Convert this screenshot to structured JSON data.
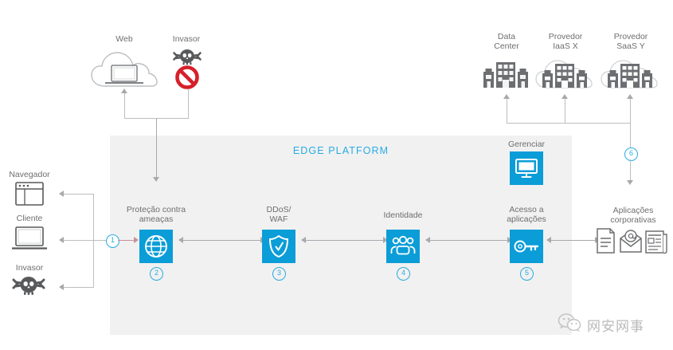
{
  "diagram": {
    "platform": {
      "title": "EDGE PLATFORM",
      "accent_color": "#29abe2",
      "tile_color": "#0b9dd7",
      "panel_color": "#f1f1f1",
      "line_color": "#a7a9ac"
    },
    "left_endpoints": [
      {
        "label": "Navegador",
        "icon": "browser-window-icon"
      },
      {
        "label": "Cliente",
        "icon": "laptop-icon"
      },
      {
        "label": "Invasor",
        "icon": "skull-crossbones-icon"
      }
    ],
    "top_endpoints": [
      {
        "label": "Web",
        "icon": "cloud-laptop-icon"
      },
      {
        "label": "Invasor",
        "icon": "skull-crossbones-blocked-icon"
      }
    ],
    "top_right_endpoints": [
      {
        "label": "Data Center",
        "line1": "Data",
        "line2": "Center",
        "icon": "buildings-icon"
      },
      {
        "label": "Provedor IaaS X",
        "line1": "Provedor",
        "line2": "IaaS X",
        "icon": "cloud-buildings-icon"
      },
      {
        "label": "Provedor SaaS Y",
        "line1": "Provedor",
        "line2": "SaaS Y",
        "icon": "cloud-buildings-icon"
      }
    ],
    "right_endpoint": {
      "line1": "Aplicações",
      "line2": "corporativas",
      "icons": [
        "document-icon",
        "email-at-icon",
        "newspaper-icon"
      ]
    },
    "manage_node": {
      "label": "Gerenciar",
      "icon": "monitor-icon"
    },
    "stages": [
      {
        "number": "2",
        "line1": "Proteção contra",
        "line2": "ameaças",
        "icon": "globe-icon"
      },
      {
        "number": "3",
        "line1": "DDoS/",
        "line2": "WAF",
        "icon": "shield-check-icon"
      },
      {
        "number": "4",
        "line1": "Identidade",
        "line2": "",
        "icon": "users-icon"
      },
      {
        "number": "5",
        "line1": "Acesso a",
        "line2": "aplicações",
        "icon": "key-icon"
      }
    ],
    "badges": {
      "entry": "1",
      "manage": "6"
    }
  },
  "watermark": {
    "text": "网安网事",
    "icon": "wechat-icon"
  }
}
